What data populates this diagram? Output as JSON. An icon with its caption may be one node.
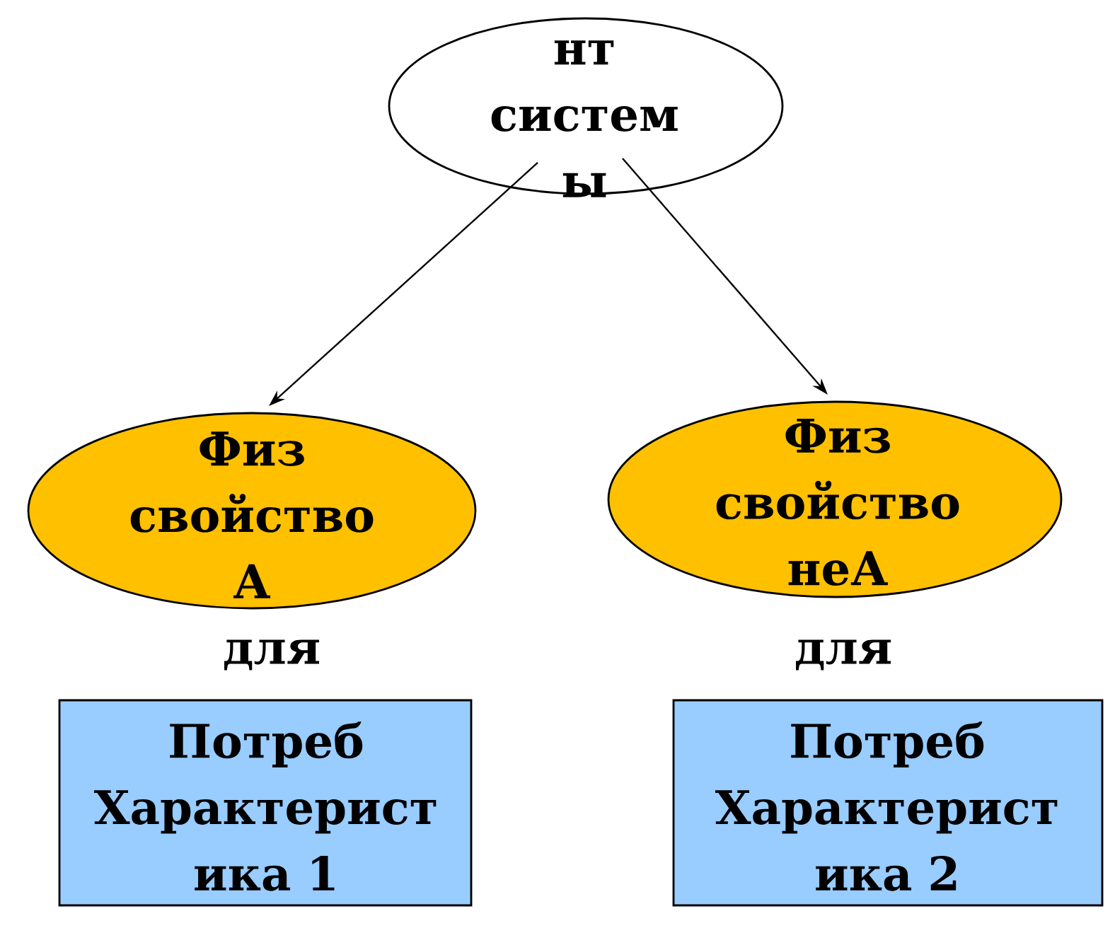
{
  "diagram": {
    "nodes": [
      {
        "text": [
          "нт систем ы"
        ]
      },
      {
        "text": [
          "Физ свойство А"
        ]
      },
      {
        "text": [
          "Физ свойство неА"
        ]
      },
      {
        "text": [
          "Потреб Характерист ика 1"
        ]
      },
      {
        "text": [
          "Потреб Характерист ика 2"
        ]
      }
    ],
    "edges": [
      {
        "from": 0,
        "to": 1,
        "arrow": "to"
      },
      {
        "from": 0,
        "to": 2,
        "arrow": "to"
      }
    ],
    "labels": [
      "для",
      "для"
    ]
  }
}
